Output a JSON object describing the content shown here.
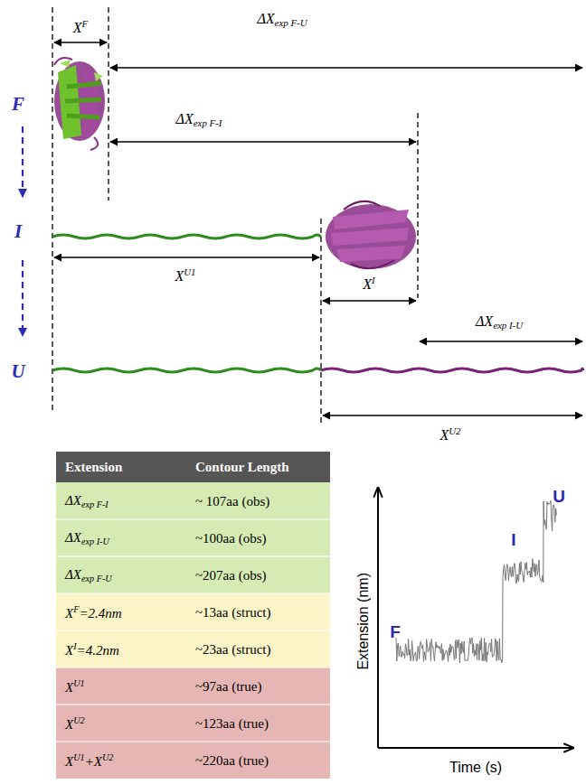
{
  "diagram": {
    "labels": [
      "XF",
      "ΔXexp F-U",
      "F",
      "ΔXexp F-I",
      "I",
      "XU1",
      "XI",
      "ΔXexp I-U",
      "U",
      "XU2",
      "Extension",
      "Contour Length",
      "ΔXexp F-I",
      "~ 107aa (obs)",
      "ΔXexp I-U",
      "~100aa (obs)",
      "ΔXexp F-U",
      "~207aa (obs)",
      "XF=2.4nm",
      "~13aa (struct)",
      "XI=4.2nm",
      "~23aa (struct)",
      "XU1",
      "~97aa (true)",
      "XU2",
      "~123aa (true)",
      "XU1+XU2",
      "~220aa (true)",
      "U",
      "I",
      "F",
      "Extension (nm)",
      "Time (s)"
    ]
  }
}
